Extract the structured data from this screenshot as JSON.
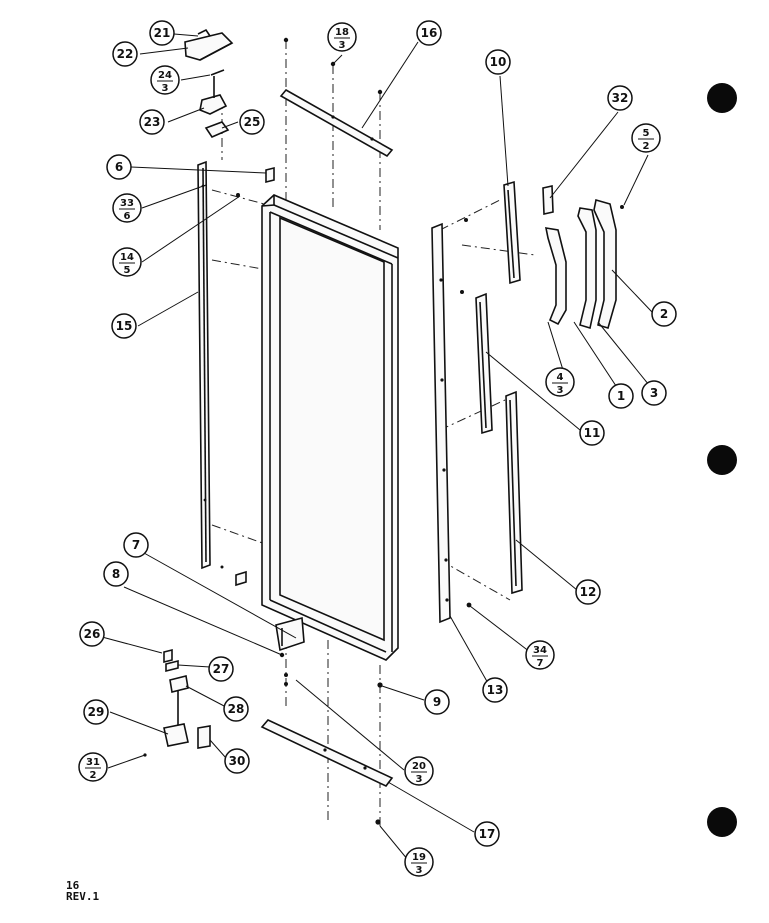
{
  "callouts": [
    {
      "num": "21"
    },
    {
      "num": "22"
    },
    {
      "num": "24",
      "den": "3"
    },
    {
      "num": "23"
    },
    {
      "num": "25"
    },
    {
      "num": "18",
      "den": "3"
    },
    {
      "num": "16"
    },
    {
      "num": "10"
    },
    {
      "num": "32"
    },
    {
      "num": "5",
      "den": "2"
    },
    {
      "num": "6"
    },
    {
      "num": "33",
      "den": "6"
    },
    {
      "num": "14",
      "den": "5"
    },
    {
      "num": "15"
    },
    {
      "num": "2"
    },
    {
      "num": "4",
      "den": "3"
    },
    {
      "num": "1"
    },
    {
      "num": "3"
    },
    {
      "num": "11"
    },
    {
      "num": "12"
    },
    {
      "num": "7"
    },
    {
      "num": "8"
    },
    {
      "num": "26"
    },
    {
      "num": "27"
    },
    {
      "num": "28"
    },
    {
      "num": "29"
    },
    {
      "num": "30"
    },
    {
      "num": "31",
      "den": "2"
    },
    {
      "num": "9"
    },
    {
      "num": "13"
    },
    {
      "num": "34",
      "den": "7"
    },
    {
      "num": "20",
      "den": "3"
    },
    {
      "num": "17"
    },
    {
      "num": "19",
      "den": "3"
    }
  ],
  "footer": {
    "page": "16",
    "revision": "REV.1"
  }
}
